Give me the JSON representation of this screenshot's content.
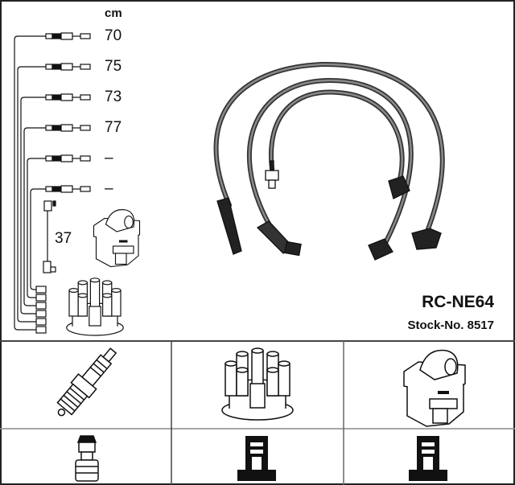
{
  "product": {
    "code": "RC-NE64",
    "stock_label": "Stock-No. 8517"
  },
  "lengths": {
    "unit": "cm",
    "cables": [
      "70",
      "75",
      "73",
      "77",
      "–",
      "–"
    ],
    "coil_cable": "37"
  },
  "applications": [
    {
      "icon": "spark-plug-icon",
      "connector": "spark-plug-terminal-icon"
    },
    {
      "icon": "distributor-cap-icon",
      "connector": "distributor-terminal-icon"
    },
    {
      "icon": "ignition-coil-icon",
      "connector": "coil-terminal-icon"
    }
  ],
  "colors": {
    "line": "#111111",
    "wire": "#555555"
  }
}
